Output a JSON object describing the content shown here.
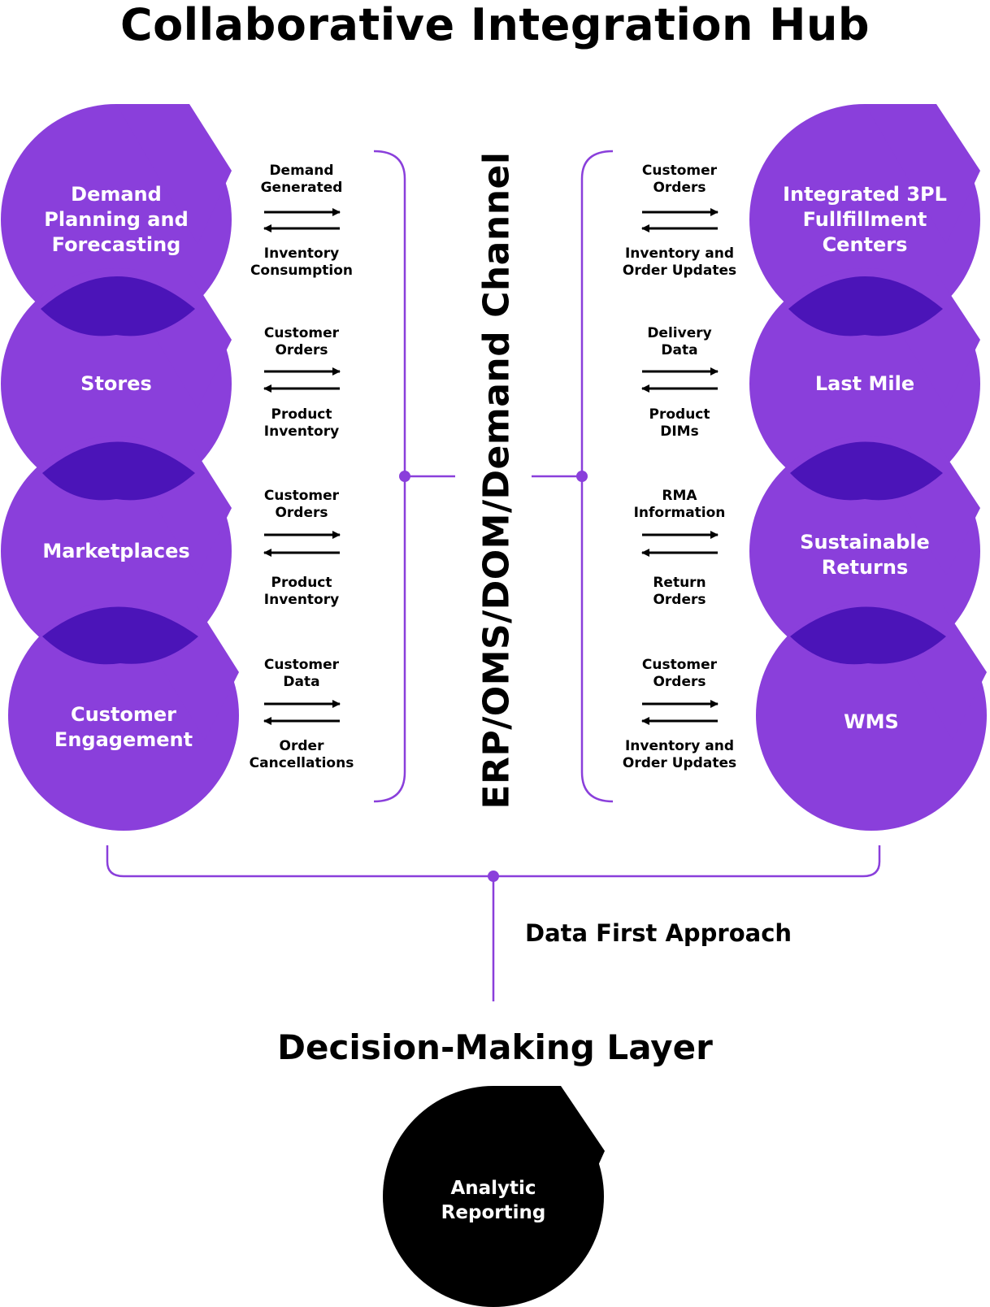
{
  "title": "Collaborative Integration Hub",
  "colors": {
    "node_fill": "#8a3fdb",
    "node_overlap": "#4b14b8",
    "bracket": "#8a3fdb",
    "analytic_fill": "#000000",
    "text_on_node": "#ffffff"
  },
  "center_channel": "ERP/OMS/DOM/Demand Channel",
  "left_nodes": [
    {
      "label": "Demand\nPlanning and\nForecasting"
    },
    {
      "label": "Stores"
    },
    {
      "label": "Marketplaces"
    },
    {
      "label": "Customer\nEngagement"
    }
  ],
  "right_nodes": [
    {
      "label": "Integrated 3PL\nFullfillment\nCenters"
    },
    {
      "label": "Last Mile"
    },
    {
      "label": "Sustainable\nReturns"
    },
    {
      "label": "WMS"
    }
  ],
  "left_flows": [
    {
      "top": "Demand\nGenerated",
      "bottom": "Inventory\nConsumption"
    },
    {
      "top": "Customer\nOrders",
      "bottom": "Product\nInventory"
    },
    {
      "top": "Customer\nOrders",
      "bottom": "Product\nInventory"
    },
    {
      "top": "Customer\nData",
      "bottom": "Order\nCancellations"
    }
  ],
  "right_flows": [
    {
      "top": "Customer\nOrders",
      "bottom": "Inventory and\nOrder Updates"
    },
    {
      "top": "Delivery\nData",
      "bottom": "Product\nDIMs"
    },
    {
      "top": "RMA\nInformation",
      "bottom": "Return\nOrders"
    },
    {
      "top": "Customer\nOrders",
      "bottom": "Inventory and\nOrder Updates"
    }
  ],
  "data_first_label": "Data First Approach",
  "decision_layer_title": "Decision-Making Layer",
  "analytic_node": {
    "label": "Analytic\nReporting"
  }
}
